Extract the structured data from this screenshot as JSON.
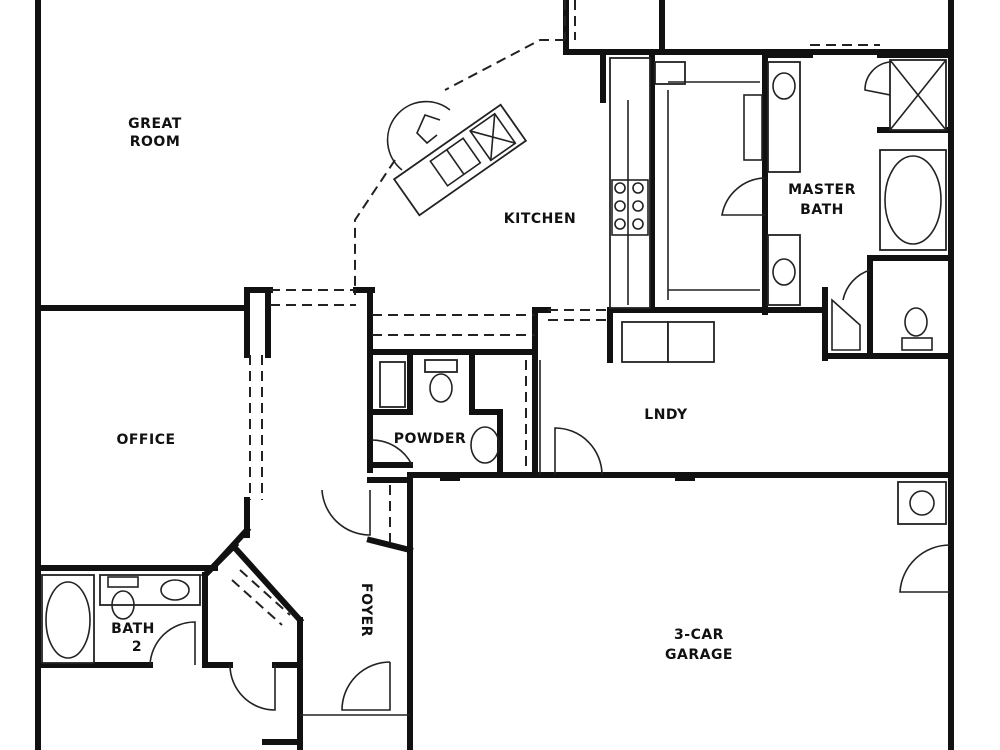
{
  "rooms": {
    "great_room_line1": "GREAT",
    "great_room_line2": "ROOM",
    "kitchen": "KITCHEN",
    "master_bath_line1": "MASTER",
    "master_bath_line2": "BATH",
    "office": "OFFICE",
    "powder": "POWDER",
    "laundry": "LNDY",
    "bath2_line1": "BATH",
    "bath2_line2": "2",
    "foyer": "FOYER",
    "garage_line1": "3-CAR",
    "garage_line2": "GARAGE"
  }
}
